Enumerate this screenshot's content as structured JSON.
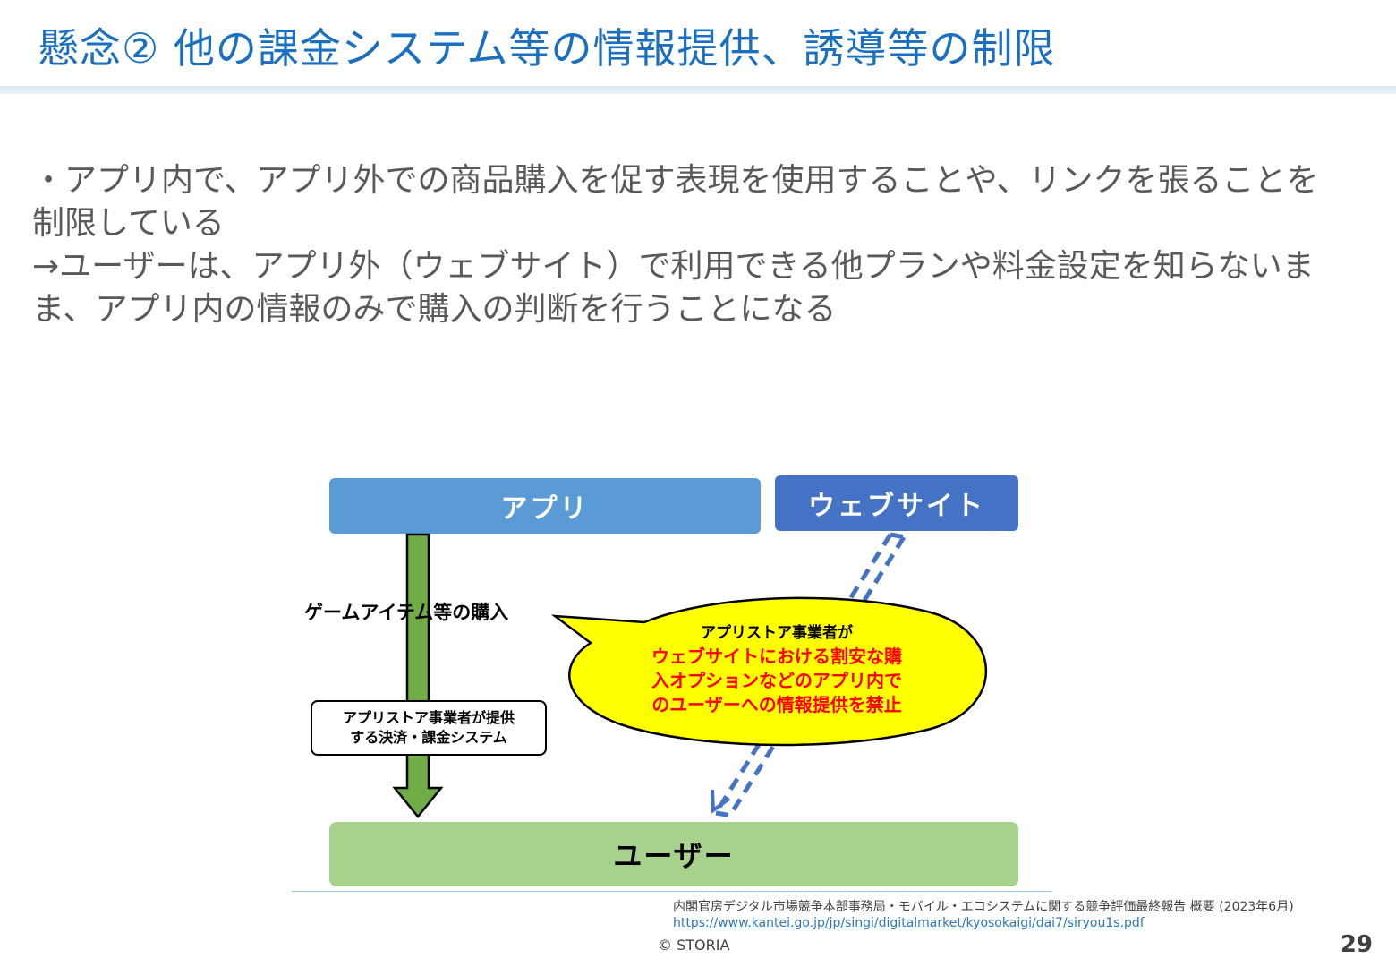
{
  "title": "懸念② 他の課金システム等の情報提供、誘導等の制限",
  "body": {
    "line1": "・アプリ内で、アプリ外での商品購入を促す表現を使用することや、リンクを張ることを制限している",
    "line2": "→ユーザーは、アプリ外（ウェブサイト）で利用できる他プランや料金設定を知らないまま、アプリ内の情報のみで購入の判断を行うことになる"
  },
  "diagram": {
    "app_label": "アプリ",
    "website_label": "ウェブサイト",
    "user_label": "ユーザー",
    "purchase_label": "ゲームアイテム等の購入",
    "payment_line1": "アプリストア事業者が提供",
    "payment_line2": "する決済・課金システム",
    "bubble_head": "アプリストア事業者が",
    "bubble_line1": "ウェブサイトにおける割安な購",
    "bubble_line2": "入オプションなどのアプリ内で",
    "bubble_line3": "のユーザーへの情報提供を禁止",
    "colors": {
      "app": "#5b9bd5",
      "website": "#4472c4",
      "user": "#a9d18e",
      "green_arrow": "#70ad47",
      "dashed_arrow": "#4472c4",
      "bubble": "#ffff00",
      "warning_text": "#ff0000"
    }
  },
  "footer": {
    "source": "内閣官房デジタル市場競争本部事務局・モバイル・エコシステムに関する競争評価最終報告 概要 (2023年6月)",
    "url": "https://www.kantei.go.jp/jp/singi/digitalmarket/kyosokaigi/dai7/siryou1s.pdf",
    "copyright": "© STORIA",
    "page_number": "29"
  }
}
